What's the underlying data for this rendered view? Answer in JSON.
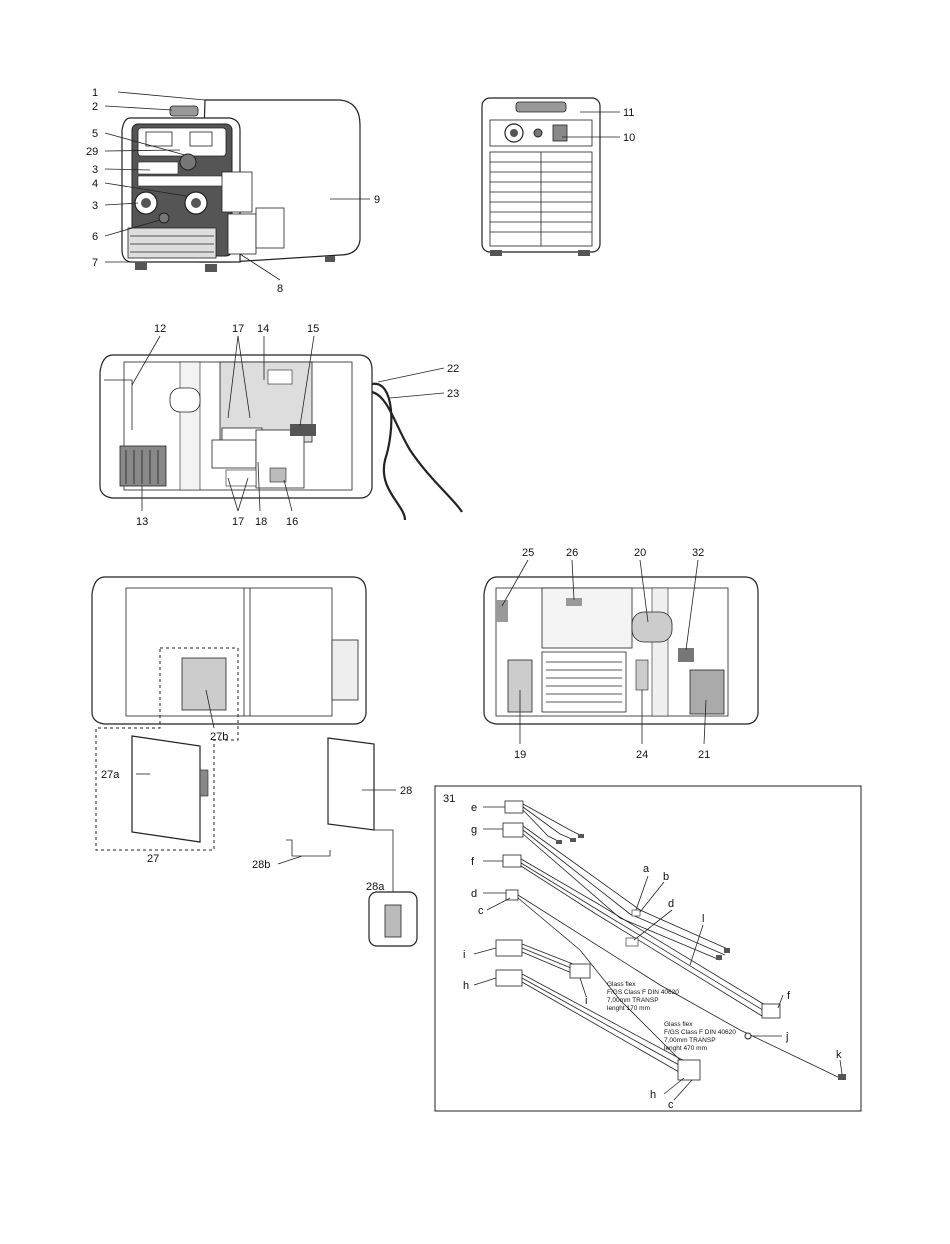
{
  "front_view_labels": [
    "1",
    "2",
    "5",
    "29",
    "3",
    "4",
    "3",
    "6",
    "7",
    "8",
    "9"
  ],
  "rear_view_labels": [
    "11",
    "10"
  ],
  "side_open_labels": [
    "12",
    "17",
    "14",
    "15",
    "22",
    "23",
    "13",
    "17",
    "18",
    "16"
  ],
  "side_left_labels": [
    "27a",
    "27b",
    "27",
    "28",
    "28b",
    "28a"
  ],
  "side_right_labels": [
    "25",
    "26",
    "20",
    "32",
    "19",
    "24",
    "21"
  ],
  "harness_box_label": "31",
  "harness_letters": [
    "e",
    "g",
    "f",
    "d",
    "c",
    "a",
    "b",
    "d",
    "l",
    "f",
    "i",
    "h",
    "i",
    "j",
    "h",
    "c",
    "k"
  ],
  "tube_note_1": [
    "Glass flex",
    "F/GS Class F DIN 40620",
    "7,00mm TRANSP",
    "lenght 170 mm"
  ],
  "tube_note_2": [
    "Glass flex",
    "F/GS Class F DIN 40620",
    "7,00mm TRANSP",
    "lenght 470 mm"
  ]
}
